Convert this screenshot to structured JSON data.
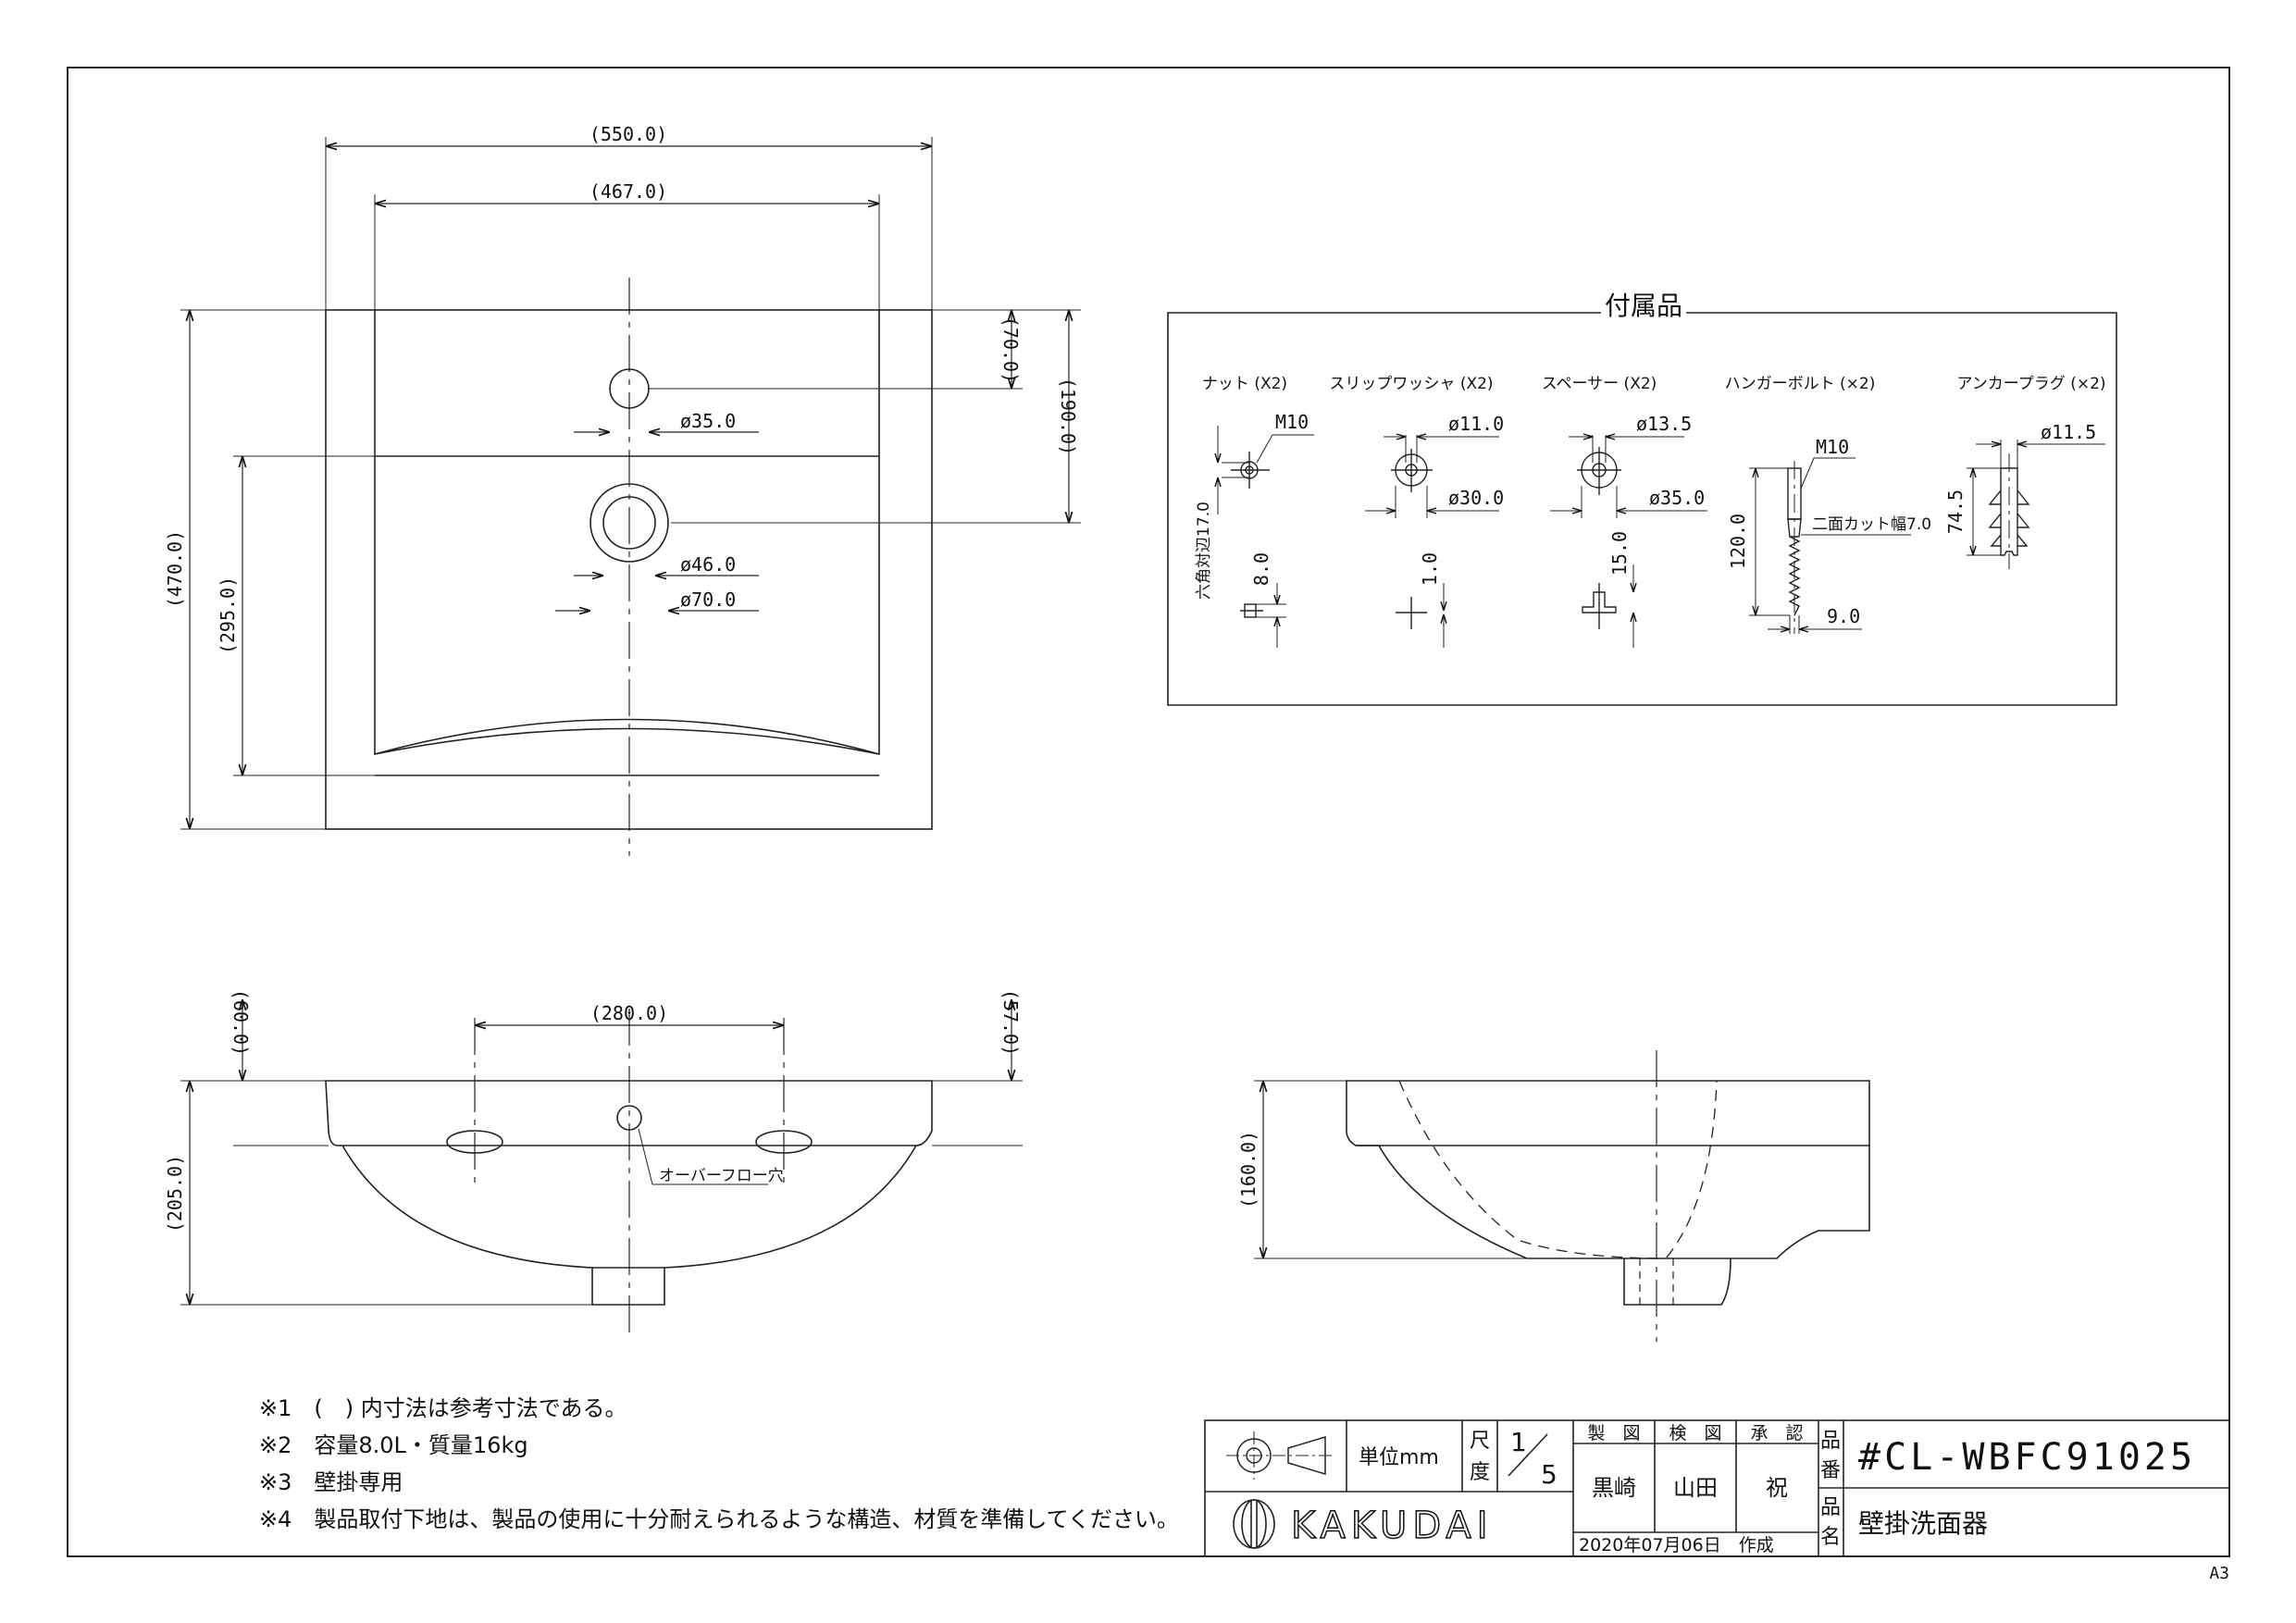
{
  "top_view": {
    "width_outer": "(550.0)",
    "width_inner": "(467.0)",
    "depth_total": "(470.0)",
    "depth_bowl": "(295.0)",
    "faucet_offset": "(70.0)",
    "drain_offset": "(190.0)",
    "faucet_hole": "ø35.0",
    "drain_inner": "ø46.0",
    "drain_outer": "ø70.0"
  },
  "front_view": {
    "hole_pitch": "(280.0)",
    "rim_left": "(60.0)",
    "rim_right": "(57.0)",
    "height": "(205.0)",
    "overflow_label": "オーバーフロー穴"
  },
  "side_view": {
    "height": "(160.0)"
  },
  "accessories": {
    "title": "付属品",
    "nut": {
      "label": "ナット (X2)",
      "thread": "M10",
      "hex": "六角対辺17.0",
      "thick": "8.0"
    },
    "washer": {
      "label": "スリップワッシャ (X2)",
      "inner": "ø11.0",
      "outer": "ø30.0",
      "thick": "1.0"
    },
    "spacer": {
      "label": "スペーサー (X2)",
      "inner": "ø13.5",
      "outer": "ø35.0",
      "thick": "15.0"
    },
    "bolt": {
      "label": "ハンガーボルト (×2)",
      "thread": "M10",
      "length": "120.0",
      "cut": "二面カット幅7.0",
      "dia": "9.0"
    },
    "plug": {
      "label": "アンカープラグ (×2)",
      "dia": "ø11.5",
      "length": "74.5"
    }
  },
  "notes": [
    "※1　(　) 内寸法は参考寸法である。",
    "※2　容量8.0L・質量16kg",
    "※3　壁掛専用",
    "※4　製品取付下地は、製品の使用に十分耐えられるような構造、材質を準備してください。"
  ],
  "title_block": {
    "unit_label": "単位mm",
    "scale_label_1": "尺",
    "scale_label_2": "度",
    "scale_num": "1",
    "scale_den": "5",
    "made_head": "製　図",
    "check_head": "検　図",
    "approve_head": "承　認",
    "made_name": "黒崎",
    "check_name": "山田",
    "approve_name": "祝",
    "date": "2020年07月06日　作成",
    "part_no_label_1": "品",
    "part_no_label_2": "番",
    "part_no": "#CL-WBFC91025",
    "name_label_1": "品",
    "name_label_2": "名",
    "product_name": "壁掛洗面器",
    "brand": "KAKUDAI"
  },
  "sheet_size": "A3"
}
